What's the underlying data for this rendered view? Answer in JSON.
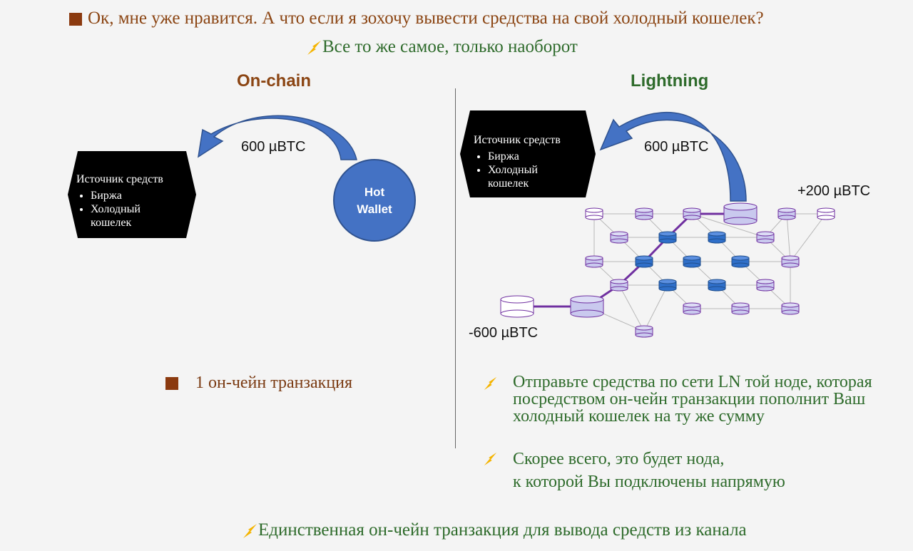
{
  "header": {
    "question": "Ок, мне уже нравится. А что если я зохочу вывести средства на свой холодный кошелек?",
    "answer": "Все то же самое, только наоборот"
  },
  "onchain": {
    "title": "On-chain",
    "amount": "600 µBTC",
    "source_title": "Источник средств",
    "source_items": [
      "Биржа",
      "Холодный кошелек"
    ],
    "wallet_label_1": "Hot",
    "wallet_label_2": "Wallet",
    "note": "1 он-чейн транзакция"
  },
  "lightning": {
    "title": "Lightning",
    "amount": "600 µBTC",
    "source_title": "Источник средств",
    "source_items": [
      "Биржа",
      "Холодный кошелек"
    ],
    "plus_amount": "+200 µBTC",
    "minus_amount": "-600 µBTC",
    "bullet_1": "Отправьте средства по сети LN той ноде, которая посредством он-чейн транзакции пополнит Ваш холодный кошелек на ту же сумму",
    "bullet_2_line_1": "Скорее всего, это будет нода,",
    "bullet_2_line_2": "к которой Вы подключены напрямую"
  },
  "footer": {
    "note": "Единственная он-чейн транзакция для вывода средств из канала"
  },
  "colors": {
    "brown_text": "#8b4513",
    "green_text": "#2e6b2b",
    "marker": "#8b3a0f",
    "arrow_blue": "#4472c4",
    "wallet_blue": "#4472c4",
    "route_purple": "#7030a0",
    "node_light": "#c9c9ee",
    "node_dark": "#2f6fc9"
  },
  "icons": [
    "square-bullet-icon",
    "lightning-bolt-icon",
    "hexagon-shape",
    "cylinder-node-icon",
    "curved-arrow-icon"
  ]
}
